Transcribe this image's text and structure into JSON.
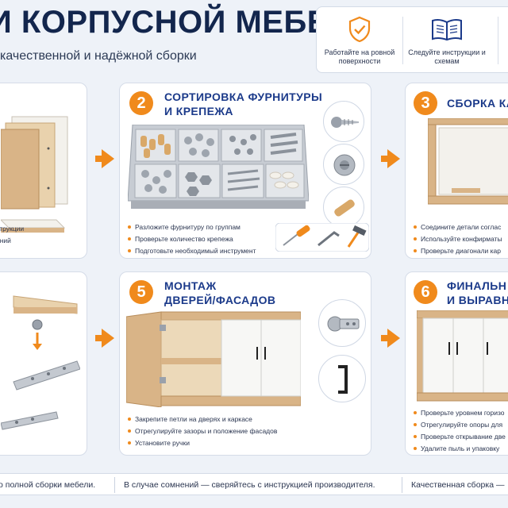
{
  "header": {
    "title": "И КОРПУСНОЙ МЕБЕЛИ",
    "subtitle": "качественной и надёжной сборки"
  },
  "tips": [
    {
      "icon": "shield-check-icon",
      "text": "Работайте на ровной поверхности"
    },
    {
      "icon": "open-book-icon",
      "text": "Следуйте инструкции и схемам"
    }
  ],
  "steps": [
    {
      "number": "",
      "title": "",
      "bullets": [
        "струкции",
        "ений"
      ]
    },
    {
      "number": "2",
      "title": [
        "СОРТИРОВКА ФУРНИТУРЫ",
        "И КРЕПЕЖА"
      ],
      "bullets": [
        "Разложите фурнитуру по группам",
        "Проверьте количество крепежа",
        "Подготовьте необходимый инструмент"
      ]
    },
    {
      "number": "3",
      "title": [
        "СБОРКА КА"
      ],
      "bullets": [
        "Соедините детали соглас",
        "Используйте конфирматы",
        "Проверьте диагонали кар"
      ]
    },
    {
      "number": "5",
      "title": [
        "МОНТАЖ",
        "ДВЕРЕЙ/ФАСАДОВ"
      ],
      "bullets": [
        "Закрепите петли на дверях и каркасе",
        "Отрегулируйте зазоры и положение фасадов",
        "Установите ручки"
      ]
    },
    {
      "number": "6",
      "title": [
        "ФИНАЛЬН",
        "И ВЫРАВН"
      ],
      "bullets": [
        "Проверьте уровнем горизо",
        "Отрегулируйте опоры для",
        "Проверьте открывание две",
        "Удалите пыль и упаковку"
      ]
    }
  ],
  "footer": {
    "part1": "о полной сборки мебели.",
    "part2": "В случае сомнений — сверяйтесь с инструкцией производителя.",
    "part3": "Качественная сборка —"
  },
  "colors": {
    "accent": "#f08a1c",
    "title": "#13264d",
    "step_title": "#1b3a8a",
    "wood": "#d9b487"
  }
}
